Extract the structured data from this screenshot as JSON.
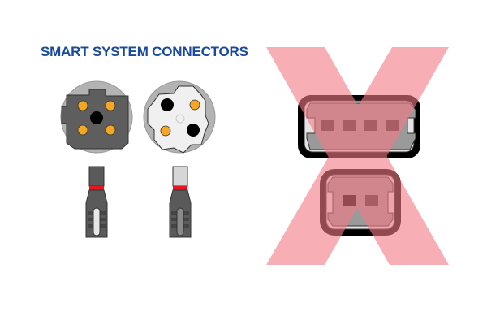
{
  "title": "SMART SYSTEM CONNECTORS",
  "colors": {
    "title": "#1a4a9c",
    "pin": "#f5a623",
    "plug_dark": "#5a5a5a",
    "plug_light": "#e6e6e6",
    "band": "#e8141e",
    "cross": "#f47a84"
  },
  "icons": [
    "connector-4pin-dark",
    "connector-4pin-light",
    "plug-dark",
    "plug-light",
    "legacy-connector-4pin",
    "legacy-connector-2pin",
    "cross-out-x"
  ]
}
